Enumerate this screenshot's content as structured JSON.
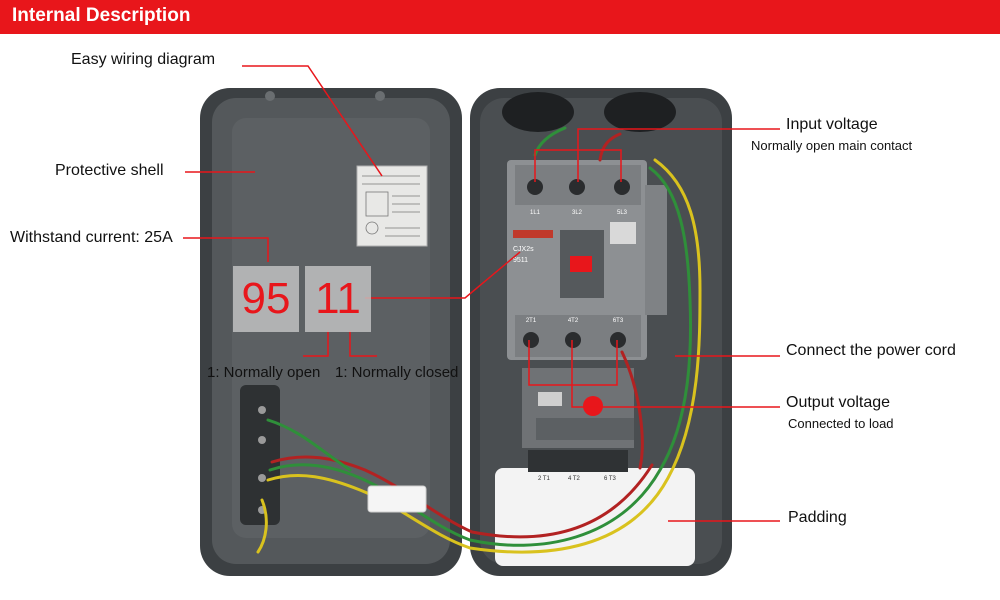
{
  "header": {
    "title": "Internal Description"
  },
  "callouts": {
    "wiring_diagram": "Easy wiring diagram",
    "protective_shell": "Protective shell",
    "withstand_current": "Withstand current: 25A",
    "input_voltage": "Input voltage",
    "input_voltage_sub": "Normally open main contact",
    "power_cord": "Connect the power cord",
    "output_voltage": "Output voltage",
    "output_voltage_sub": "Connected to load",
    "padding": "Padding",
    "normally_open": "1: Normally open",
    "normally_closed": "1: Normally closed"
  },
  "contact_code": {
    "left": "95",
    "right": "11"
  },
  "contactor": {
    "model": "CJX2s",
    "number": "9511",
    "terminals_top": [
      "1L1",
      "3L2",
      "5L3"
    ],
    "terminals_bottom": [
      "2T1",
      "4T2",
      "6T3"
    ],
    "relay_terminals": [
      "2 T1",
      "4 T2",
      "6 T3"
    ]
  },
  "colors": {
    "accent": "#e8161b",
    "enclosure": "#4f5356",
    "contactor": "#8d9093"
  }
}
